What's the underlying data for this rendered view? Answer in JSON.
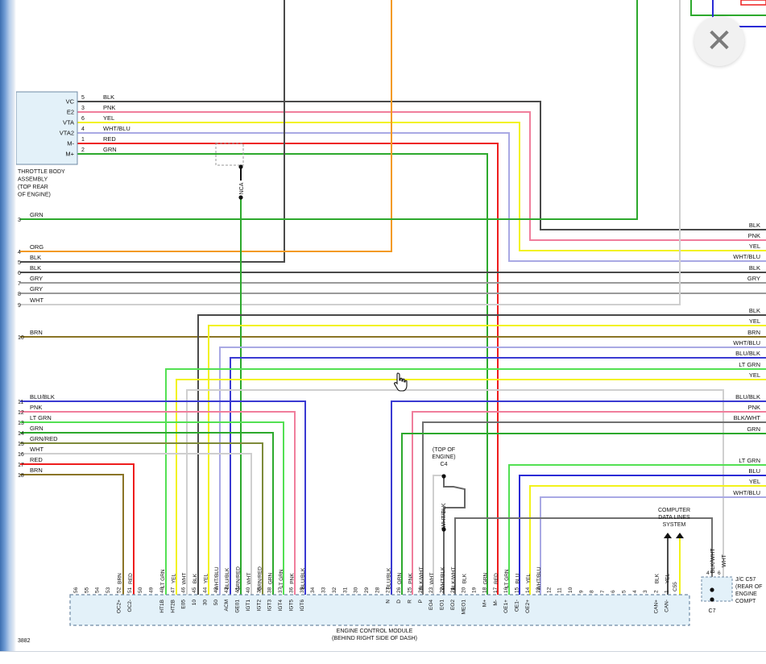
{
  "colors": {
    "BLK": "#4a4a4a",
    "PNK": "#f07e9c",
    "YEL": "#f2f21a",
    "WHT/BLU": "#a9a9e4",
    "RED": "#ee1d1d",
    "GRN": "#2da92d",
    "ORG": "#f39a22",
    "GRY": "#9a9a9a",
    "WHT": "#cfcfcf",
    "BRN": "#8a7426",
    "BLU/BLK": "#3a3ad2",
    "LT GRN": "#53e053",
    "GRN/RED": "#7e8a3a",
    "BLK/WHT": "#707070",
    "BLU": "#2b2bd6",
    "module_fill": "#e3f1f9",
    "module_border": "#6f8aa5"
  },
  "icons": {
    "close": "close-icon",
    "cursor": "hand-pointer-icon"
  },
  "diagram_id": "3882",
  "throttle_body": {
    "label_lines": [
      "THROTTLE BODY",
      "ASSEMBLY",
      "(TOP REAR",
      "OF ENGINE)"
    ],
    "pins": [
      {
        "name": "VC",
        "num": "5",
        "color": "BLK"
      },
      {
        "name": "E2",
        "num": "3",
        "color": "PNK"
      },
      {
        "name": "VTA",
        "num": "6",
        "color": "YEL"
      },
      {
        "name": "VTA2",
        "num": "4",
        "color": "WHT/BLU"
      },
      {
        "name": "M-",
        "num": "1",
        "color": "RED"
      },
      {
        "name": "M+",
        "num": "2",
        "color": "GRN"
      }
    ]
  },
  "nca": "NCA",
  "left_wires_top": [
    {
      "num": "3",
      "color": "GRN"
    },
    {
      "num": "4",
      "color": "ORG"
    },
    {
      "num": "5",
      "color": "BLK"
    },
    {
      "num": "6",
      "color": "BLK"
    },
    {
      "num": "7",
      "color": "GRY"
    },
    {
      "num": "8",
      "color": "GRY"
    },
    {
      "num": "9",
      "color": "WHT"
    },
    {
      "num": "10",
      "color": "BRN"
    }
  ],
  "left_wires_bottom": [
    {
      "num": "11",
      "color": "BLU/BLK"
    },
    {
      "num": "12",
      "color": "PNK"
    },
    {
      "num": "13",
      "color": "LT GRN"
    },
    {
      "num": "14",
      "color": "GRN"
    },
    {
      "num": "15",
      "color": "GRN/RED"
    },
    {
      "num": "16",
      "color": "WHT"
    },
    {
      "num": "17",
      "color": "RED"
    },
    {
      "num": "18",
      "color": "BRN"
    }
  ],
  "right_labels_1": [
    "BLK",
    "PNK",
    "YEL",
    "WHT/BLU",
    "BLK",
    "GRY"
  ],
  "right_labels_2": [
    "BLK",
    "YEL",
    "BRN",
    "WHT/BLU",
    "BLU/BLK",
    "LT GRN",
    "YEL"
  ],
  "right_labels_3": [
    "BLU/BLK",
    "PNK",
    "BLK/WHT",
    "GRN"
  ],
  "right_labels_4": [
    "LT GRN",
    "BLU",
    "YEL",
    "WHT/BLU"
  ],
  "top_of_engine": [
    "(TOP OF",
    "ENGINE)",
    "C4"
  ],
  "computer_data": [
    "COMPUTER",
    "DATA LINES",
    "SYSTEM"
  ],
  "jc": [
    "J/C C57",
    "(REAR OF",
    "ENGINE",
    "COMPT"
  ],
  "c7": "C7",
  "ecm_label": [
    "ENGINE CONTROL MODULE",
    "(BEHIND RIGHT SIDE OF DASH)"
  ],
  "pin_numbers": [
    "56",
    "55",
    "54",
    "53",
    "52",
    "51",
    "50",
    "49",
    "48",
    "47",
    "46",
    "45",
    "44",
    "43",
    "42",
    "41",
    "40",
    "39",
    "38",
    "37",
    "36",
    "35",
    "34",
    "33",
    "32",
    "31",
    "30",
    "29",
    "28",
    "27",
    "26",
    "25",
    "24",
    "23",
    "22",
    "21",
    "20",
    "19",
    "18",
    "17",
    "16",
    "15",
    "14",
    "13",
    "12",
    "11",
    "10",
    "9",
    "8",
    "7",
    "6",
    "5",
    "4",
    "3",
    "2",
    "1"
  ],
  "pin_names": [
    {
      "pin": "52",
      "name": "OC2+"
    },
    {
      "pin": "51",
      "name": "OC2-"
    },
    {
      "pin": "48",
      "name": "HT1B"
    },
    {
      "pin": "47",
      "name": "HT2B"
    },
    {
      "pin": "46",
      "name": "E05"
    },
    {
      "pin": "45",
      "name": "10"
    },
    {
      "pin": "44",
      "name": "30"
    },
    {
      "pin": "43",
      "name": "50"
    },
    {
      "pin": "42",
      "name": "ACM"
    },
    {
      "pin": "41",
      "name": "GE01"
    },
    {
      "pin": "40",
      "name": "IGT1"
    },
    {
      "pin": "39",
      "name": "IGT2"
    },
    {
      "pin": "38",
      "name": "IGT3"
    },
    {
      "pin": "37",
      "name": "IGT4"
    },
    {
      "pin": "36",
      "name": "IGT5"
    },
    {
      "pin": "35",
      "name": "IGT6"
    },
    {
      "pin": "27",
      "name": "N"
    },
    {
      "pin": "26",
      "name": "D"
    },
    {
      "pin": "25",
      "name": "R"
    },
    {
      "pin": "24",
      "name": "P"
    },
    {
      "pin": "23",
      "name": "EO4"
    },
    {
      "pin": "22",
      "name": "EO1"
    },
    {
      "pin": "21",
      "name": "EO2"
    },
    {
      "pin": "20",
      "name": "MEO1"
    },
    {
      "pin": "18",
      "name": "M+"
    },
    {
      "pin": "17",
      "name": "M-"
    },
    {
      "pin": "16",
      "name": "OE1+"
    },
    {
      "pin": "15",
      "name": "OE1-"
    },
    {
      "pin": "14",
      "name": "OE2+"
    },
    {
      "pin": "2",
      "name": "CAN+"
    },
    {
      "pin": "1",
      "name": "CAN-"
    }
  ],
  "pin_wire_labels": [
    {
      "pin": "52",
      "label": "BRN",
      "color": "BRN"
    },
    {
      "pin": "51",
      "label": "RED",
      "color": "RED"
    },
    {
      "pin": "48",
      "label": "LT GRN",
      "color": "LT GRN"
    },
    {
      "pin": "47",
      "label": "YEL",
      "color": "YEL"
    },
    {
      "pin": "46",
      "label": "WHT",
      "color": "WHT"
    },
    {
      "pin": "45",
      "label": "BLK",
      "color": "BLK"
    },
    {
      "pin": "44",
      "label": "YEL",
      "color": "YEL"
    },
    {
      "pin": "43",
      "label": "WHT/BLU",
      "color": "WHT/BLU"
    },
    {
      "pin": "42",
      "label": "BLU/BLK",
      "color": "BLU/BLK"
    },
    {
      "pin": "41",
      "label": "GRN/RED",
      "color": "GRN"
    },
    {
      "pin": "40",
      "label": "WHT",
      "color": "WHT"
    },
    {
      "pin": "39",
      "label": "GRN/RED",
      "color": "GRN/RED"
    },
    {
      "pin": "38",
      "label": "GRN",
      "color": "GRN"
    },
    {
      "pin": "37",
      "label": "LT GRN",
      "color": "LT GRN"
    },
    {
      "pin": "36",
      "label": "PNK",
      "color": "PNK"
    },
    {
      "pin": "35",
      "label": "BLU/BLK",
      "color": "BLU/BLK"
    },
    {
      "pin": "27",
      "label": "BLU/BLK",
      "color": "BLU/BLK"
    },
    {
      "pin": "26",
      "label": "GRN",
      "color": "GRN"
    },
    {
      "pin": "25",
      "label": "PNK",
      "color": "PNK"
    },
    {
      "pin": "24",
      "label": "BLK/WHT",
      "color": "BLK/WHT"
    },
    {
      "pin": "23",
      "label": "WHT",
      "color": "WHT"
    },
    {
      "pin": "22",
      "label": "WHT/BLK",
      "color": "WHT"
    },
    {
      "pin": "21",
      "label": "BLK/WHT",
      "color": "BLK/WHT"
    },
    {
      "pin": "20",
      "label": "BLK",
      "color": "BLK"
    },
    {
      "pin": "18",
      "label": "GRN",
      "color": "GRN"
    },
    {
      "pin": "17",
      "label": "RED",
      "color": "RED"
    },
    {
      "pin": "16",
      "label": "LT GRN",
      "color": "LT GRN"
    },
    {
      "pin": "15",
      "label": "BLU",
      "color": "BLU"
    },
    {
      "pin": "14",
      "label": "YEL",
      "color": "YEL"
    },
    {
      "pin": "13",
      "label": "WHT/BLU",
      "color": "WHT/BLU"
    },
    {
      "pin": "2",
      "label": "BLK",
      "color": "BLK"
    },
    {
      "pin": "1",
      "label": "YEL",
      "color": "YEL"
    }
  ],
  "c4_wire": "WHT/BLK",
  "c57_wires": [
    {
      "num": "4",
      "label": "BLK/WHT",
      "color": "BLK/WHT"
    },
    {
      "num": "6",
      "label": "WHT",
      "color": "WHT"
    }
  ],
  "c55": "C55"
}
